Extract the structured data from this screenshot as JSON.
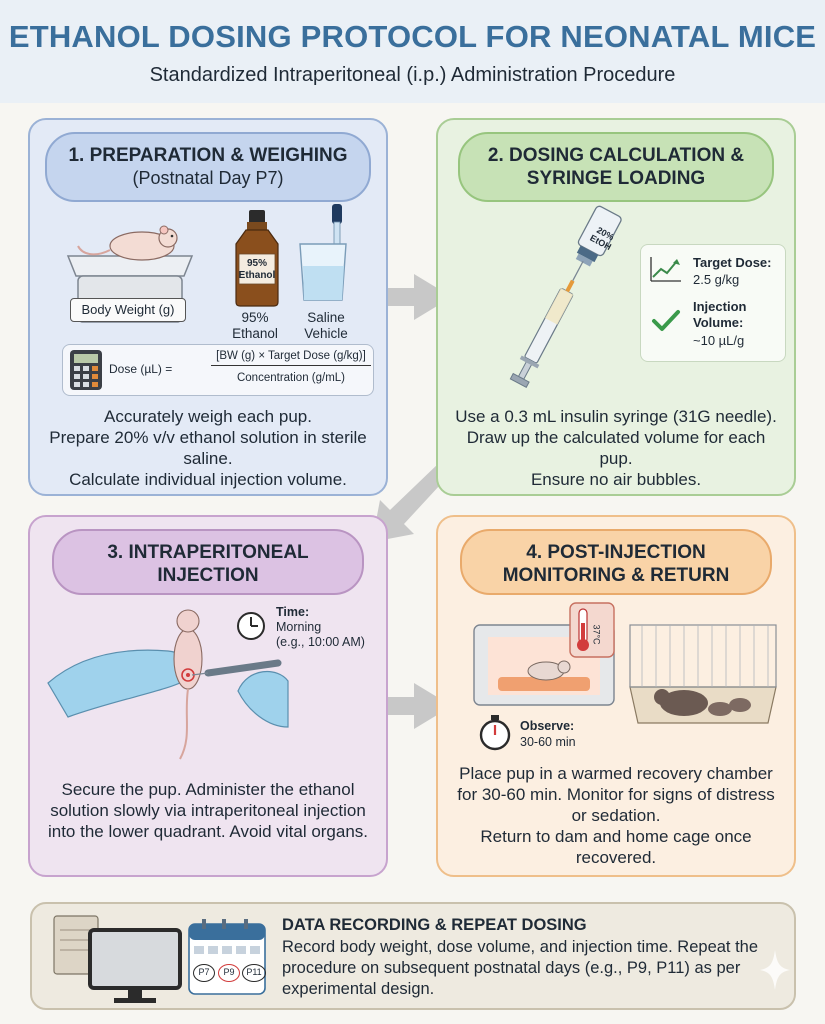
{
  "header": {
    "title": "ETHANOL DOSING PROTOCOL FOR NEONATAL MICE",
    "subtitle": "Standardized Intraperitoneal (i.p.) Administration Procedure"
  },
  "step1": {
    "title": "1. PREPARATION & WEIGHING",
    "subtitle": "(Postnatal Day P7)",
    "scale_label": "Body Weight (g)",
    "bottle_tag": "95%\nEthanol",
    "bottle_caption": "95%\nEthanol",
    "beaker_caption": "Saline\nVehicle",
    "formula_lhs": "Dose (µL) =",
    "formula_numerator": "[BW (g) × Target Dose (g/kg)]",
    "formula_denominator": "Concentration (g/mL)",
    "text": "Accurately weigh each pup.\nPrepare 20% v/v ethanol solution in sterile saline.\nCalculate individual injection volume."
  },
  "step2": {
    "title": "2. DOSING CALCULATION &\nSYRINGE LOADING",
    "vial_label": "20%\nEtOH",
    "target_dose_label": "Target Dose:",
    "target_dose_value": "2.5 g/kg",
    "injection_volume_label": "Injection\nVolume:",
    "injection_volume_value": "~10 µL/g",
    "text": "Use a 0.3 mL insulin syringe (31G needle). Draw up the calculated volume for each pup.\nEnsure no air bubbles."
  },
  "step3": {
    "title": "3. INTRAPERITONEAL\nINJECTION",
    "time_label": "Time:",
    "time_value": "Morning\n(e.g., 10:00 AM)",
    "text": "Secure the pup. Administer the ethanol solution slowly via intraperitoneal injection into the lower quadrant. Avoid vital organs."
  },
  "step4": {
    "title": "4. POST-INJECTION\nMONITORING & RETURN",
    "temperature": "37°C",
    "observe_label": "Observe:",
    "observe_value": "30-60 min",
    "text": "Place pup in a warmed recovery chamber for 30-60 min. Monitor for signs of distress or sedation.\nReturn to dam and home cage once recovered."
  },
  "footer": {
    "title": "DATA RECORDING & REPEAT DOSING",
    "text": "Record body weight, dose volume, and injection time. Repeat the procedure on subsequent postnatal days (e.g., P9, P11) as per experimental design.",
    "calendar_days": [
      "P7",
      "P9",
      "P11"
    ]
  },
  "colors": {
    "title_blue": "#3a6f9c",
    "step1_bg": "#e3eaf6",
    "step2_bg": "#e8f2e1",
    "step3_bg": "#efe4f0",
    "step4_bg": "#fcefe1",
    "footer_bg": "#eeeae0",
    "arrow_gray": "#c8c8c8"
  }
}
